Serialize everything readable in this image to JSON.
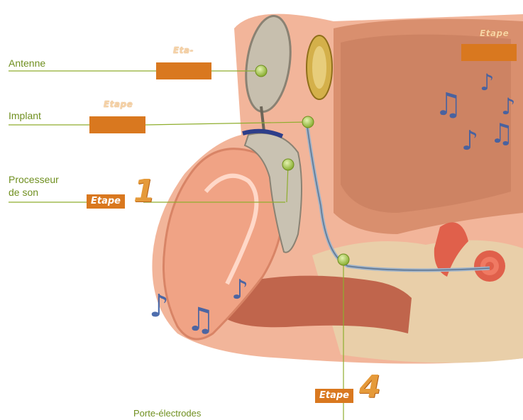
{
  "labels": {
    "antenne": "Antenne",
    "implant": "Implant",
    "processeur": "Processeur\nde son",
    "porte_electrodes": "Porte-électrodes"
  },
  "etapes": {
    "etape_antenne": "Eta-",
    "etape_implant": "Etape",
    "etape_top_right": "Etape",
    "etape_1_word": "Etape",
    "etape_1_num": "1",
    "etape_4_word": "Etape",
    "etape_4_num": "4"
  },
  "colors": {
    "label_green": "#6f8f1f",
    "etape_orange": "#d9781f",
    "skin": "#efa98a",
    "note_blue": "#3b5fa6"
  },
  "icons": [
    "music-note-icon",
    "beamed-notes-icon",
    "callout-dot-icon"
  ]
}
